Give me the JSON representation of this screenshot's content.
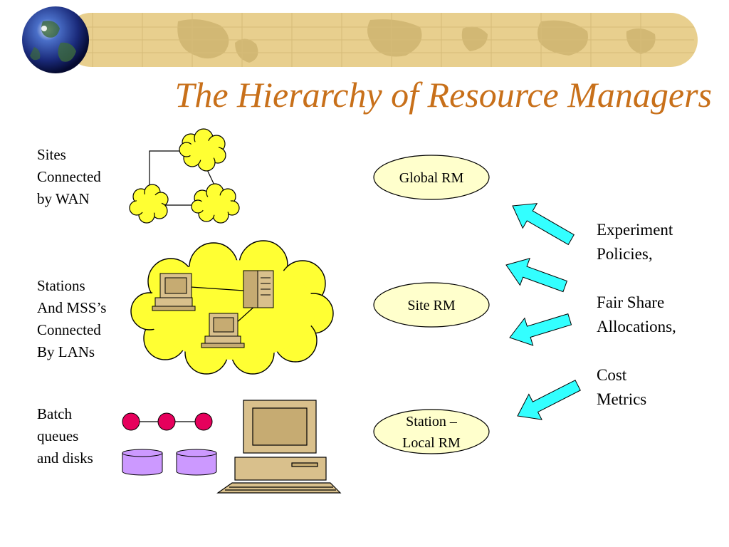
{
  "title": "The Hierarchy of Resource Managers",
  "left_labels": {
    "wan": [
      "Sites",
      "Connected",
      "by WAN"
    ],
    "lan": [
      "Stations",
      "And MSS’s",
      "Connected",
      "By LANs"
    ],
    "batch": [
      "Batch",
      "queues",
      "and disks"
    ]
  },
  "managers": {
    "global": [
      "Global RM"
    ],
    "site": [
      "Site RM"
    ],
    "station": [
      "Station –",
      "Local RM"
    ]
  },
  "policies": [
    "Experiment",
    "Policies,",
    "",
    "Fair Share",
    "Allocations,",
    "",
    "Cost",
    "Metrics"
  ],
  "colors": {
    "title": "#c8701a",
    "cloud": "#ffff33",
    "ellipse": "#ffffcc",
    "arrow": "#33ffff",
    "node": "#e6005c",
    "disk": "#cc99ff",
    "computer": "#d9c08c",
    "banner": "#e8cf8e"
  }
}
